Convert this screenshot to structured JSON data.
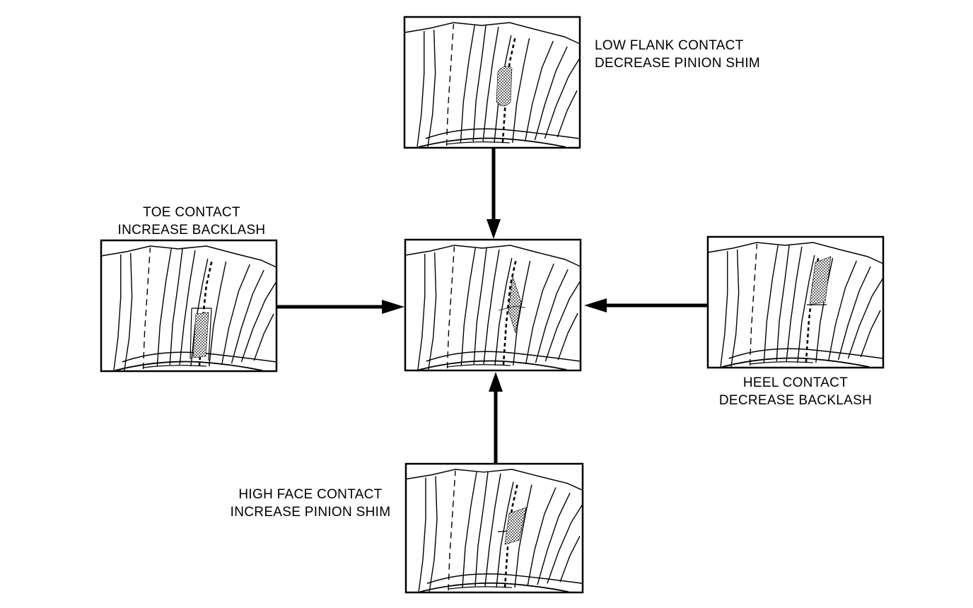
{
  "labels": {
    "low_flank": {
      "line1": "LOW FLANK CONTACT",
      "line2": "DECREASE PINION SHIM"
    },
    "toe": {
      "line1": "TOE CONTACT",
      "line2": "INCREASE BACKLASH"
    },
    "heel": {
      "line1": "HEEL CONTACT",
      "line2": "DECREASE BACKLASH"
    },
    "high_face": {
      "line1": "HIGH FACE CONTACT",
      "line2": "INCREASE PINION SHIM"
    }
  },
  "colors": {
    "ink": "#000000",
    "paper": "#ffffff"
  }
}
